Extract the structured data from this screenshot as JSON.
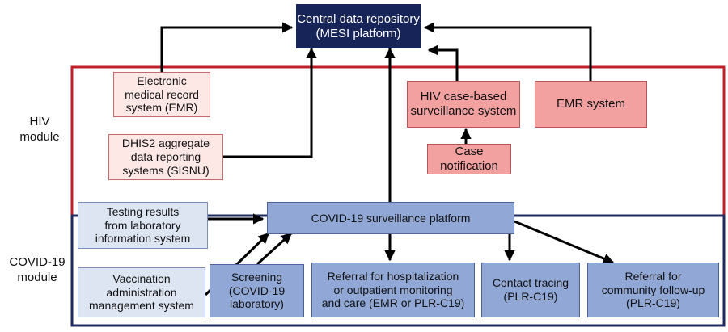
{
  "modules": {
    "hiv": {
      "label": "HIV\nmodule",
      "color": "#c0202a"
    },
    "covid": {
      "label": "COVID-19\nmodule",
      "color": "#1f2b5e"
    }
  },
  "nodes": {
    "central": "Central data repository\n(MESI platform)",
    "emr_left": "Electronic\nmedical record\nsystem (EMR)",
    "dhis2": "DHIS2 aggregate\ndata reporting\nsystems (SISNU)",
    "hiv_case": "HIV case-based\nsurveillance system",
    "case_notification": "Case\nnotification",
    "emr_right": "EMR system",
    "testing": "Testing results\nfrom laboratory\ninformation system",
    "covid_platform": "COVID-19 surveillance platform",
    "vaccination": "Vaccination\nadministration\nmanagement system",
    "screening": "Screening\n(COVID-19\nlaboratory)",
    "referral_hosp": "Referral for hospitalization\nor outpatient monitoring\nand care (EMR or PLR-C19)",
    "contact_tracing": "Contact tracing\n(PLR-C19)",
    "referral_community": "Referral for\ncommunity follow-up\n(PLR-C19)"
  },
  "colors": {
    "arrow": "#000000",
    "navy": "#172458",
    "pink_light": "#fde8e6",
    "pink": "#f2a0a0",
    "blue_light": "#dde5f2",
    "blue": "#91a8d7"
  }
}
